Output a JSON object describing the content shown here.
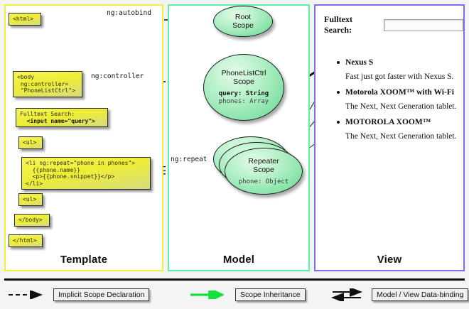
{
  "diagram": {
    "title": "AngularJS Template / Model / View scope diagram"
  },
  "columns": [
    {
      "id": "template",
      "label": "Template",
      "border_color": "#f2ef3a"
    },
    {
      "id": "model",
      "label": "Model",
      "border_color": "#5cf0a8"
    },
    {
      "id": "view",
      "label": "View",
      "border_color": "#7b6ef0"
    }
  ],
  "template": {
    "boxes": [
      {
        "name": "html-open-tag",
        "text": "<html>"
      },
      {
        "name": "body-tag",
        "text": "<body\n ng:controller=\n \"PhoneListCtrl\">"
      },
      {
        "name": "fulltext-search",
        "line1": "Fulltext Search:",
        "line2": "  <input name=\"query\">"
      },
      {
        "name": "ul-open-tag",
        "text": "<ul>"
      },
      {
        "name": "li-repeat",
        "text": "<li ng:repeat=\"phone in phones\">\n  {{phone.name}}\n  <p>{{phone.snippet}}</p>\n</li>"
      },
      {
        "name": "ul-close-tag",
        "text": "<ul>"
      },
      {
        "name": "body-close-tag",
        "text": "</body>"
      },
      {
        "name": "html-close-tag",
        "text": "</html>"
      }
    ]
  },
  "model": {
    "scopes": [
      {
        "name": "root-scope",
        "title": "Root\nScope",
        "props": []
      },
      {
        "name": "phonelistctrl-scope",
        "title": "PhoneListCtrl\nScope",
        "props": [
          {
            "text": "query: String",
            "emphasis": true
          },
          {
            "text": "phones: Array",
            "emphasis": false
          }
        ]
      },
      {
        "name": "repeater-scope",
        "title": "Repeater\nScope",
        "props": [
          {
            "text": "phone: Object",
            "emphasis": false
          }
        ]
      }
    ]
  },
  "edges": {
    "autobind": "ng:autobind",
    "controller": "ng:controller",
    "repeat": "ng:repeat"
  },
  "view": {
    "search_label": "Fulltext Search:",
    "search_value": "",
    "search_placeholder": "",
    "items": [
      {
        "name": "Nexus S",
        "snippet": "Fast just got faster with Nexus S."
      },
      {
        "name": "Motorola XOOM™  with Wi-Fi",
        "snippet": "The Next, Next Generation tablet."
      },
      {
        "name": "MOTOROLA XOOM™",
        "snippet": "The Next, Next Generation tablet."
      }
    ]
  },
  "legend": [
    {
      "name": "legend-implicit-scope",
      "label": "Implicit Scope Declaration",
      "style": "dashed-arrow",
      "color": "#111111"
    },
    {
      "name": "legend-inheritance",
      "label": "Scope Inheritance",
      "style": "green-arrow",
      "color": "#12e23a"
    },
    {
      "name": "legend-databinding",
      "label": "Model / View Data-binding",
      "style": "double-arrow",
      "color": "#111111"
    }
  ]
}
